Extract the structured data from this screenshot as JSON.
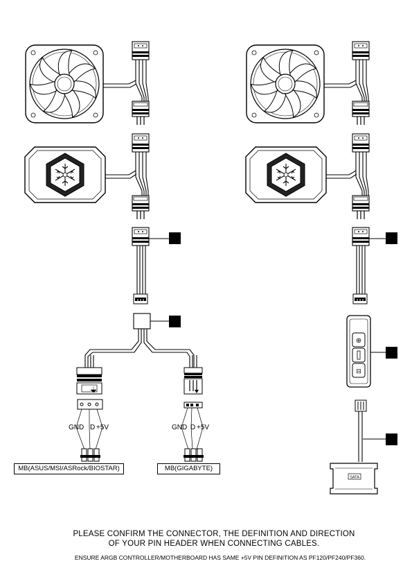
{
  "left": {
    "pins": [
      "GND",
      "D",
      "+5V"
    ],
    "pins_right": [
      "GND",
      "D",
      "+5V"
    ],
    "mb_label_1": "MB(ASUS/MSI/ASRock/BIOSTAR)",
    "mb_label_2": "MB(GIGABYTE)"
  },
  "right": {
    "sata_label": "SATA"
  },
  "notes": {
    "line1": "PLEASE CONFIRM THE CONNECTOR, THE DEFINITION AND DIRECTION",
    "line2": "OF YOUR PIN HEADER WHEN CONNECTING CABLES.",
    "line3": "ENSURE ARGB CONTROLLER/MOTHERBOARD HAS SAME +5V PIN DEFINITION AS PF120/PF240/PF360."
  },
  "colors": {
    "ink": "#000000",
    "paper": "#ffffff"
  }
}
